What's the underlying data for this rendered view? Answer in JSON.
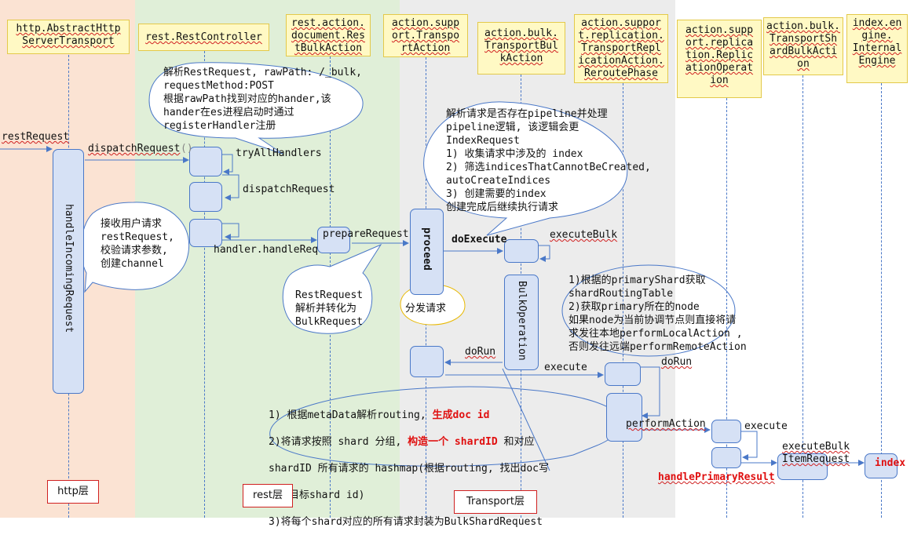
{
  "headers": {
    "http": "http.AbstractHttp\nServerTransport",
    "rest": "rest.RestController",
    "bulk": "rest.action.\ndocument.Res\ntBulkAction",
    "transport": "action.supp\nort.Transpo\nrtAction",
    "tba": "action.bulk.\nTransportBul\nkAction",
    "reroute": "action.suppor\nt.replication.\nTransportRepl\nicationAction.\nReroutePhase",
    "repop": "action.supp\nort.replica\ntion.Replic\nationOperat\nion",
    "tsba": "action.bulk.\nTransportSh\nardBulkActi\non",
    "engine": "index.en\ngine.\nInternal\nEngine"
  },
  "messages": {
    "restRequest": "restRequest",
    "dispatchRequest": "dispatchRequest",
    "paren": "()",
    "tryAllHandlers": "tryAllHandlers",
    "dispatchRequest2": "dispatchRequest",
    "handleRequest": "handler.handleRequest",
    "prepareRequest": "prepareRequest",
    "doExecute": "doExecute",
    "executeBulk": "executeBulk",
    "doRun1": "doRun",
    "execute1": "execute",
    "doRun2": "doRun",
    "performAction": "performAction",
    "execute2": "execute",
    "executeBulkItemRequest": "executeBulk\nItemRequest",
    "index": "index",
    "handlePrimaryResult": "handlePrimaryResult"
  },
  "activations": {
    "handleIncoming": "handleIncomingRequest",
    "proceed": "proceed",
    "bulkOperation": "BulkOperation"
  },
  "notes": {
    "rest_note": "解析RestRequest, rawPath: /_bulk,\nrequestMethod:POST\n 根据rawPath找到对应的hander,该\nhander在es进程启动时通过\nregisterHandler注册",
    "user_note": "接收用户请求\nrestRequest,\n校验请求参数,\n创建channel",
    "parse_note": "RestRequest\n解析并转化为\nBulkRequest",
    "pipeline_note": "解析请求是否存在pipeline并处理\npipeline逻辑, 该逻辑会更\nIndexRequest\n1) 收集请求中涉及的 index\n2) 筛选indicesThatCannotBeCreated,\nautoCreateIndices\n3) 创建需要的index\n创建完成后继续执行请求",
    "dispatch_note": "分发请求",
    "shard_note": "1)根据的primaryShard获取\nshardRoutingTable\n2)获取primary所在的node\n如果node为当前协调节点则直接将请\n求发往本地performLocalAction ,\n否则发往远端performRemoteAction",
    "routing_note": {
      "l1a": "1) 根据metaData解析routing, ",
      "l1b": "生成doc id",
      "l2a": "2)将请求按照 shard 分组, ",
      "l2b": "构造一个 shardID",
      "l2c": " 和对应",
      "l3": "shardID 所有请求的 hashmap(根据routing, 找出doc写",
      "l4": "入的目标shard id)",
      "l5": "3)将每个shard对应的所有请求封装为BulkShardRequest"
    }
  },
  "layers": {
    "http": "http层",
    "rest": "rest层",
    "transport": "Transport层"
  }
}
